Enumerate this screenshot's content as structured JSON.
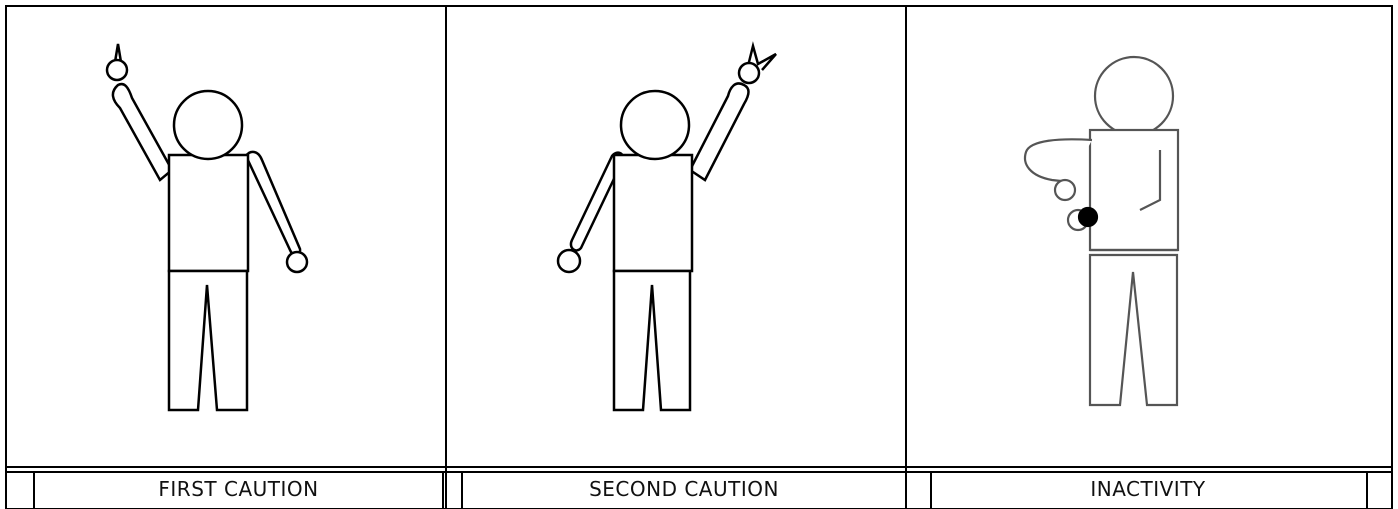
{
  "panels": [
    {
      "id": "first-caution",
      "caption": "FIRST CAUTION"
    },
    {
      "id": "second-caution",
      "caption": "SECOND CAUTION"
    },
    {
      "id": "inactivity",
      "caption": "INACTIVITY"
    }
  ],
  "colors": {
    "line": "#000000",
    "faded_line": "#555555",
    "background": "#ffffff",
    "holster_fill": "#000000"
  }
}
